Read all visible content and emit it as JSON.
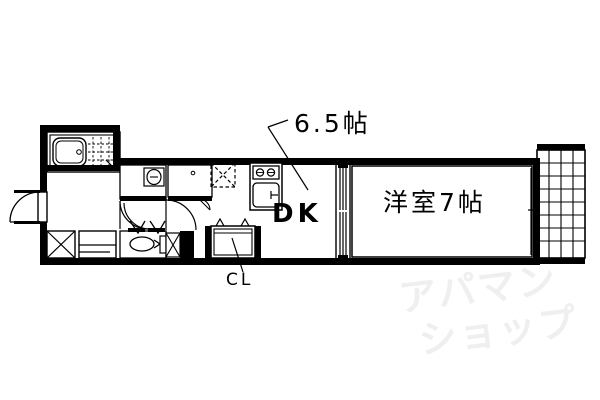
{
  "document": {
    "type": "floor-plan",
    "layout_code": "1DK",
    "background_color": "#ffffff",
    "line_color": "#000000",
    "watermark_color": "#efefef"
  },
  "labels": {
    "dk_area": "6.5帖",
    "dk_room": "DK",
    "main_room": "洋室7帖",
    "closet": "CL"
  },
  "rooms": [
    {
      "name": "DK",
      "label": "DK",
      "size_label": "6.5帖",
      "size_value": 6.5,
      "unit": "帖"
    },
    {
      "name": "洋室",
      "label": "洋室7帖",
      "size_label": "7帖",
      "size_value": 7,
      "unit": "帖"
    }
  ],
  "fixtures": [
    {
      "name": "bathtub",
      "label": ""
    },
    {
      "name": "shower-tile-area",
      "label": ""
    },
    {
      "name": "washbasin",
      "label": ""
    },
    {
      "name": "washing-machine-space",
      "label": ""
    },
    {
      "name": "kitchen-sink",
      "label": ""
    },
    {
      "name": "gas-stove-two-burner",
      "label": ""
    },
    {
      "name": "toilet",
      "label": ""
    },
    {
      "name": "closet",
      "label": "CL"
    },
    {
      "name": "entrance-door",
      "label": ""
    },
    {
      "name": "balcony",
      "label": ""
    },
    {
      "name": "meter-box",
      "label": ""
    }
  ],
  "watermark": {
    "line1": "アパマン",
    "line2": "ショップ"
  }
}
